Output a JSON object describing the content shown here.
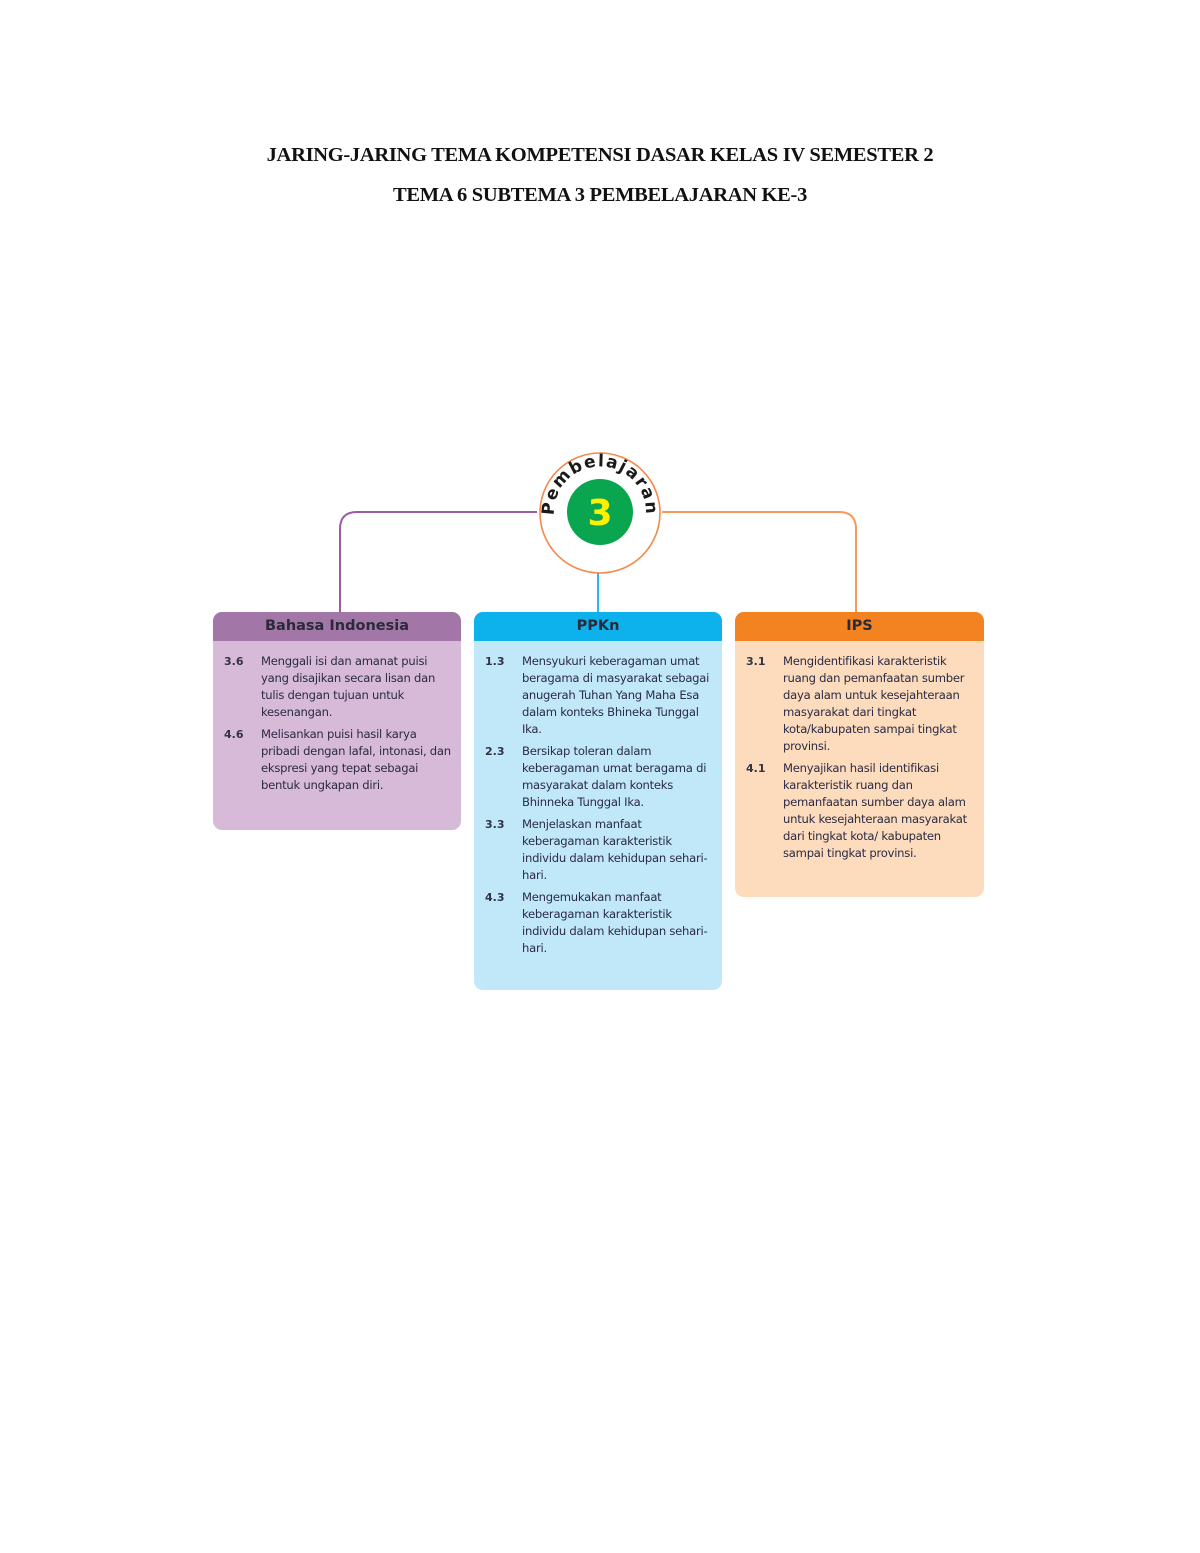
{
  "document": {
    "title_line1": "JARING-JARING TEMA KOMPETENSI DASAR KELAS IV SEMESTER 2",
    "title_line2": "TEMA 6 SUBTEMA 3 PEMBELAJARAN KE-3"
  },
  "hub": {
    "label": "Pembelajaran",
    "number": "3",
    "colors": {
      "ring": "#f4884a",
      "circle": "#0aa64f",
      "number": "#ffef00",
      "text": "#1a1a1a"
    }
  },
  "connectors": {
    "left_color": "#9d5aa6",
    "center_color": "#2ab4e8",
    "right_color": "#f59a5a"
  },
  "cards": [
    {
      "subject": "Bahasa Indonesia",
      "header_color": "#a277a7",
      "body_color": "#d6bad8",
      "items": [
        {
          "code": "3.6",
          "text": "Menggali isi dan amanat puisi yang disajikan secara lisan dan tulis dengan tujuan untuk kesenangan."
        },
        {
          "code": "4.6",
          "text": "Melisankan puisi hasil karya pribadi dengan lafal, intonasi, dan ekspresi yang tepat sebagai bentuk ungkapan diri."
        }
      ]
    },
    {
      "subject": "PPKn",
      "header_color": "#0db1ec",
      "body_color": "#c1e8f9",
      "items": [
        {
          "code": "1.3",
          "text": "Mensyukuri keberagaman umat beragama di masyarakat sebagai anugerah Tuhan Yang Maha Esa dalam konteks Bhineka Tunggal Ika."
        },
        {
          "code": "2.3",
          "text": "Bersikap toleran dalam keberagaman umat beragama di masyarakat dalam konteks Bhinneka Tunggal Ika."
        },
        {
          "code": "3.3",
          "text": "Menjelaskan manfaat keberagaman karakteristik individu dalam kehidupan sehari-hari."
        },
        {
          "code": "4.3",
          "text": "Mengemukakan manfaat keberagaman karakteristik individu dalam kehidupan sehari-hari."
        }
      ]
    },
    {
      "subject": "IPS",
      "header_color": "#f38221",
      "body_color": "#fddcbd",
      "items": [
        {
          "code": "3.1",
          "text": "Mengidentifikasi karakteristik ruang dan pemanfaatan sumber daya alam untuk kesejahteraan masyarakat dari tingkat kota/kabupaten sampai tingkat provinsi."
        },
        {
          "code": "4.1",
          "text": "Menyajikan hasil identifikasi karakteristik ruang dan pemanfaatan sumber daya alam untuk kesejahteraan masyarakat dari tingkat kota/ kabupaten sampai tingkat provinsi."
        }
      ]
    }
  ]
}
